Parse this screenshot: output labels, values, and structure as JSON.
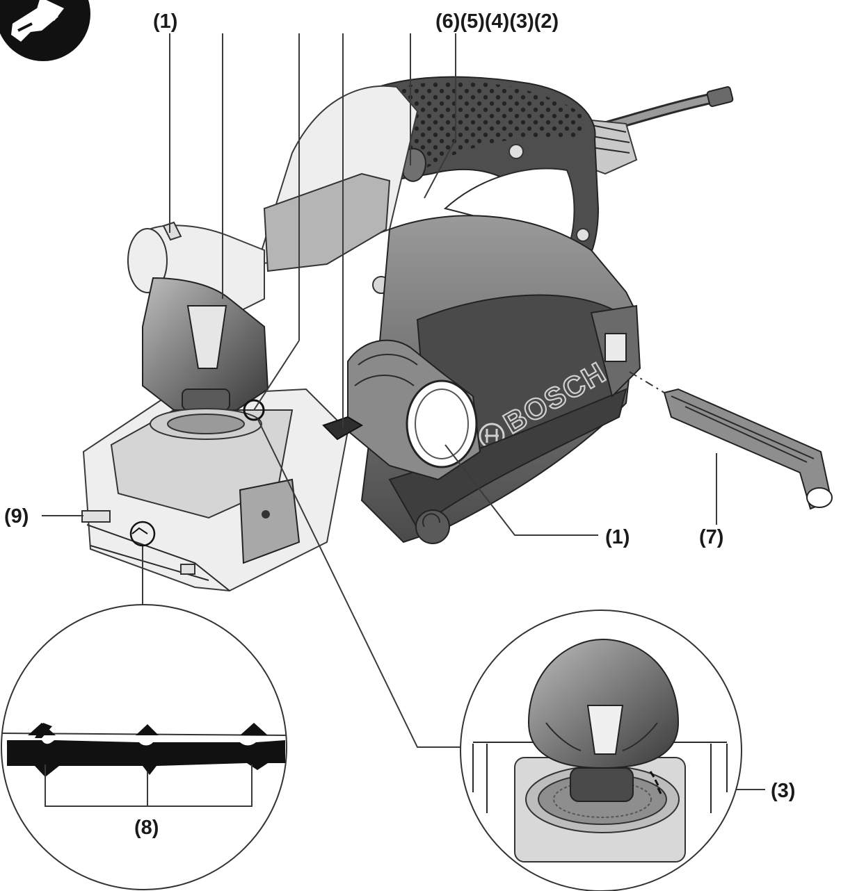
{
  "callouts": {
    "top_left": "(1)",
    "top_group": "(6)(5)(4)(3)(2)",
    "right_1": "(1)",
    "right_7": "(7)",
    "left_9": "(9)",
    "detail_8": "(8)",
    "detail_3": "(3)"
  },
  "logo_text": "BOSCH",
  "icons": {
    "corner": "book-hand-icon",
    "brand": "bosch-armature-icon"
  },
  "colors": {
    "ink": "#1a1a1a",
    "body_dark": "#5a5a5a",
    "body_mid": "#8e8e8e",
    "body_light": "#c9c9c9"
  }
}
